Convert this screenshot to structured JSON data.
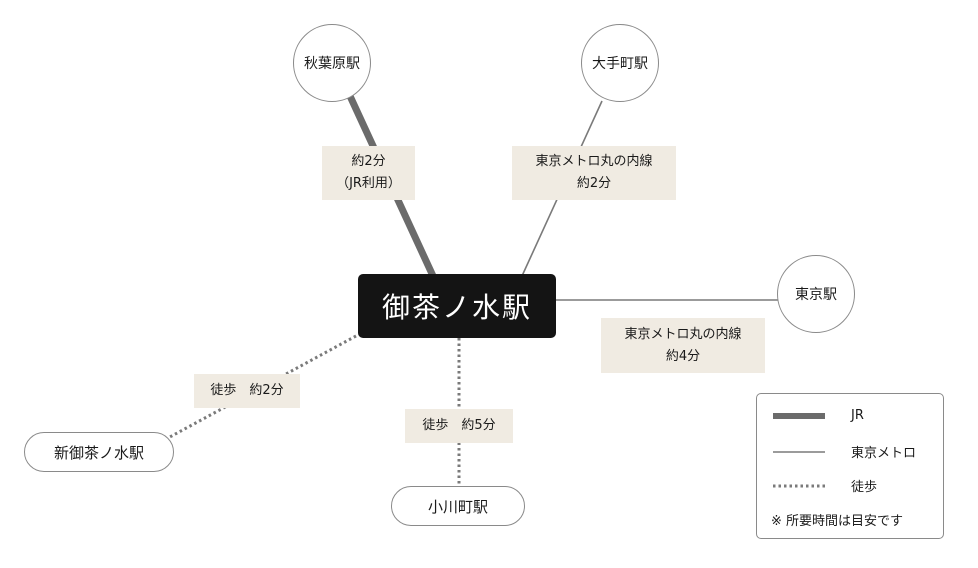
{
  "center_station": "御茶ノ水駅",
  "stations": {
    "akihabara": "秋葉原駅",
    "otemachi": "大手町駅",
    "tokyo": "東京駅",
    "shin_ochanomizu": "新御茶ノ水駅",
    "ogawamachi": "小川町駅"
  },
  "routes": {
    "akihabara": {
      "line1": "約2分",
      "line2": "（JR利用）",
      "type": "JR",
      "minutes": 2
    },
    "otemachi": {
      "line1": "東京メトロ丸の内線",
      "line2": "約2分",
      "type": "東京メトロ",
      "minutes": 2
    },
    "tokyo": {
      "line1": "東京メトロ丸の内線",
      "line2": "約4分",
      "type": "東京メトロ",
      "minutes": 4
    },
    "shin_ochanomizu": {
      "line1": "徒歩　約2分",
      "type": "徒歩",
      "minutes": 2
    },
    "ogawamachi": {
      "line1": "徒歩　約5分",
      "type": "徒歩",
      "minutes": 5
    }
  },
  "legend": {
    "jr": "JR",
    "metro": "東京メトロ",
    "walk": "徒歩",
    "note": "※ 所要時間は目安です"
  },
  "colors": {
    "jr_line": "#6b6b6b",
    "metro_line": "#7a7a7a",
    "walk_line": "#7a7a7a",
    "label_bg": "#f0ebe2",
    "center_bg": "#141414"
  }
}
